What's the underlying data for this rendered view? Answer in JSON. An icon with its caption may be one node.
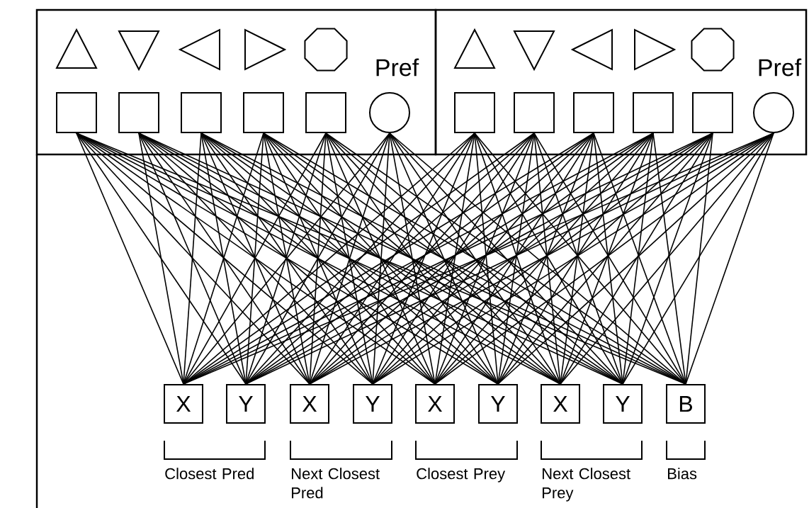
{
  "diagram": {
    "nodes": [
      {
        "text": [
          "Pref"
        ]
      },
      {
        "text": [],
        "shape": "box",
        "in": 0
      },
      {
        "text": [],
        "shape": "box",
        "in": 0
      },
      {
        "text": [],
        "shape": "box",
        "in": 0
      },
      {
        "text": [],
        "shape": "box",
        "in": 0
      },
      {
        "text": [],
        "shape": "box",
        "in": 0
      },
      {
        "text": [],
        "shape": "circle",
        "in": 0
      },
      {
        "text": [
          "Pref"
        ]
      },
      {
        "text": [],
        "shape": "box",
        "in": 7
      },
      {
        "text": [],
        "shape": "box",
        "in": 7
      },
      {
        "text": [],
        "shape": "box",
        "in": 7
      },
      {
        "text": [],
        "shape": "box",
        "in": 7
      },
      {
        "text": [],
        "shape": "box",
        "in": 7
      },
      {
        "text": [],
        "shape": "circle",
        "in": 7
      },
      {
        "text": [
          "X"
        ]
      },
      {
        "text": [
          "Y"
        ]
      },
      {
        "text": [
          "X"
        ]
      },
      {
        "text": [
          "Y"
        ]
      },
      {
        "text": [
          "X"
        ]
      },
      {
        "text": [
          "Y"
        ]
      },
      {
        "text": [
          "X"
        ]
      },
      {
        "text": [
          "Y"
        ]
      },
      {
        "text": [
          "B"
        ]
      }
    ],
    "edges": [
      {
        "from": 1,
        "to": 14,
        "arrow": "none"
      },
      {
        "from": 1,
        "to": 15,
        "arrow": "none"
      },
      {
        "from": 1,
        "to": 16,
        "arrow": "none"
      },
      {
        "from": 1,
        "to": 17,
        "arrow": "none"
      },
      {
        "from": 1,
        "to": 18,
        "arrow": "none"
      },
      {
        "from": 1,
        "to": 19,
        "arrow": "none"
      },
      {
        "from": 1,
        "to": 20,
        "arrow": "none"
      },
      {
        "from": 1,
        "to": 21,
        "arrow": "none"
      },
      {
        "from": 1,
        "to": 22,
        "arrow": "none"
      },
      {
        "from": 2,
        "to": 14,
        "arrow": "none"
      },
      {
        "from": 2,
        "to": 15,
        "arrow": "none"
      },
      {
        "from": 2,
        "to": 16,
        "arrow": "none"
      },
      {
        "from": 2,
        "to": 17,
        "arrow": "none"
      },
      {
        "from": 2,
        "to": 18,
        "arrow": "none"
      },
      {
        "from": 2,
        "to": 19,
        "arrow": "none"
      },
      {
        "from": 2,
        "to": 20,
        "arrow": "none"
      },
      {
        "from": 2,
        "to": 21,
        "arrow": "none"
      },
      {
        "from": 2,
        "to": 22,
        "arrow": "none"
      },
      {
        "from": 3,
        "to": 14,
        "arrow": "none"
      },
      {
        "from": 3,
        "to": 15,
        "arrow": "none"
      },
      {
        "from": 3,
        "to": 16,
        "arrow": "none"
      },
      {
        "from": 3,
        "to": 17,
        "arrow": "none"
      },
      {
        "from": 3,
        "to": 18,
        "arrow": "none"
      },
      {
        "from": 3,
        "to": 19,
        "arrow": "none"
      },
      {
        "from": 3,
        "to": 20,
        "arrow": "none"
      },
      {
        "from": 3,
        "to": 21,
        "arrow": "none"
      },
      {
        "from": 3,
        "to": 22,
        "arrow": "none"
      },
      {
        "from": 4,
        "to": 14,
        "arrow": "none"
      },
      {
        "from": 4,
        "to": 15,
        "arrow": "none"
      },
      {
        "from": 4,
        "to": 16,
        "arrow": "none"
      },
      {
        "from": 4,
        "to": 17,
        "arrow": "none"
      },
      {
        "from": 4,
        "to": 18,
        "arrow": "none"
      },
      {
        "from": 4,
        "to": 19,
        "arrow": "none"
      },
      {
        "from": 4,
        "to": 20,
        "arrow": "none"
      },
      {
        "from": 4,
        "to": 21,
        "arrow": "none"
      },
      {
        "from": 4,
        "to": 22,
        "arrow": "none"
      },
      {
        "from": 5,
        "to": 14,
        "arrow": "none"
      },
      {
        "from": 5,
        "to": 15,
        "arrow": "none"
      },
      {
        "from": 5,
        "to": 16,
        "arrow": "none"
      },
      {
        "from": 5,
        "to": 17,
        "arrow": "none"
      },
      {
        "from": 5,
        "to": 18,
        "arrow": "none"
      },
      {
        "from": 5,
        "to": 19,
        "arrow": "none"
      },
      {
        "from": 5,
        "to": 20,
        "arrow": "none"
      },
      {
        "from": 5,
        "to": 21,
        "arrow": "none"
      },
      {
        "from": 5,
        "to": 22,
        "arrow": "none"
      },
      {
        "from": 6,
        "to": 14,
        "arrow": "none"
      },
      {
        "from": 6,
        "to": 15,
        "arrow": "none"
      },
      {
        "from": 6,
        "to": 16,
        "arrow": "none"
      },
      {
        "from": 6,
        "to": 17,
        "arrow": "none"
      },
      {
        "from": 6,
        "to": 18,
        "arrow": "none"
      },
      {
        "from": 6,
        "to": 19,
        "arrow": "none"
      },
      {
        "from": 6,
        "to": 20,
        "arrow": "none"
      },
      {
        "from": 6,
        "to": 21,
        "arrow": "none"
      },
      {
        "from": 6,
        "to": 22,
        "arrow": "none"
      },
      {
        "from": 8,
        "to": 14,
        "arrow": "none"
      },
      {
        "from": 8,
        "to": 15,
        "arrow": "none"
      },
      {
        "from": 8,
        "to": 16,
        "arrow": "none"
      },
      {
        "from": 8,
        "to": 17,
        "arrow": "none"
      },
      {
        "from": 8,
        "to": 18,
        "arrow": "none"
      },
      {
        "from": 8,
        "to": 19,
        "arrow": "none"
      },
      {
        "from": 8,
        "to": 20,
        "arrow": "none"
      },
      {
        "from": 8,
        "to": 21,
        "arrow": "none"
      },
      {
        "from": 8,
        "to": 22,
        "arrow": "none"
      },
      {
        "from": 9,
        "to": 14,
        "arrow": "none"
      },
      {
        "from": 9,
        "to": 15,
        "arrow": "none"
      },
      {
        "from": 9,
        "to": 16,
        "arrow": "none"
      },
      {
        "from": 9,
        "to": 17,
        "arrow": "none"
      },
      {
        "from": 9,
        "to": 18,
        "arrow": "none"
      },
      {
        "from": 9,
        "to": 19,
        "arrow": "none"
      },
      {
        "from": 9,
        "to": 20,
        "arrow": "none"
      },
      {
        "from": 9,
        "to": 21,
        "arrow": "none"
      },
      {
        "from": 9,
        "to": 22,
        "arrow": "none"
      },
      {
        "from": 10,
        "to": 14,
        "arrow": "none"
      },
      {
        "from": 10,
        "to": 15,
        "arrow": "none"
      },
      {
        "from": 10,
        "to": 16,
        "arrow": "none"
      },
      {
        "from": 10,
        "to": 17,
        "arrow": "none"
      },
      {
        "from": 10,
        "to": 18,
        "arrow": "none"
      },
      {
        "from": 10,
        "to": 19,
        "arrow": "none"
      },
      {
        "from": 10,
        "to": 20,
        "arrow": "none"
      },
      {
        "from": 10,
        "to": 21,
        "arrow": "none"
      },
      {
        "from": 10,
        "to": 22,
        "arrow": "none"
      },
      {
        "from": 11,
        "to": 14,
        "arrow": "none"
      },
      {
        "from": 11,
        "to": 15,
        "arrow": "none"
      },
      {
        "from": 11,
        "to": 16,
        "arrow": "none"
      },
      {
        "from": 11,
        "to": 17,
        "arrow": "none"
      },
      {
        "from": 11,
        "to": 18,
        "arrow": "none"
      },
      {
        "from": 11,
        "to": 19,
        "arrow": "none"
      },
      {
        "from": 11,
        "to": 20,
        "arrow": "none"
      },
      {
        "from": 11,
        "to": 21,
        "arrow": "none"
      },
      {
        "from": 11,
        "to": 22,
        "arrow": "none"
      },
      {
        "from": 12,
        "to": 14,
        "arrow": "none"
      },
      {
        "from": 12,
        "to": 15,
        "arrow": "none"
      },
      {
        "from": 12,
        "to": 16,
        "arrow": "none"
      },
      {
        "from": 12,
        "to": 17,
        "arrow": "none"
      },
      {
        "from": 12,
        "to": 18,
        "arrow": "none"
      },
      {
        "from": 12,
        "to": 19,
        "arrow": "none"
      },
      {
        "from": 12,
        "to": 20,
        "arrow": "none"
      },
      {
        "from": 12,
        "to": 21,
        "arrow": "none"
      },
      {
        "from": 12,
        "to": 22,
        "arrow": "none"
      },
      {
        "from": 13,
        "to": 14,
        "arrow": "none"
      },
      {
        "from": 13,
        "to": 15,
        "arrow": "none"
      },
      {
        "from": 13,
        "to": 16,
        "arrow": "none"
      },
      {
        "from": 13,
        "to": 17,
        "arrow": "none"
      },
      {
        "from": 13,
        "to": 18,
        "arrow": "none"
      },
      {
        "from": 13,
        "to": 19,
        "arrow": "none"
      },
      {
        "from": 13,
        "to": 20,
        "arrow": "none"
      },
      {
        "from": 13,
        "to": 21,
        "arrow": "none"
      },
      {
        "from": 13,
        "to": 22,
        "arrow": "none"
      }
    ],
    "labels": [
      "Closest Pred",
      "Next Closest Pred",
      "Closest Prey",
      "Next Closest Prey",
      "Bias"
    ]
  }
}
